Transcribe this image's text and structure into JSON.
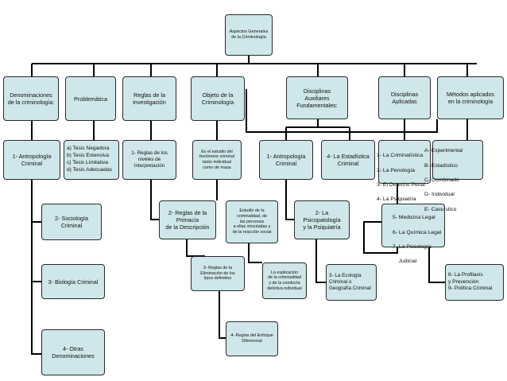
{
  "root": "Aspectos Generales\nde la Criminología",
  "branches": {
    "denominaciones": "Denominaciones\nde la criminología:",
    "problematica": "Problemática",
    "reglas": "Reglas de la\ninvestigación",
    "objeto": "Objeto de la\nCriminología",
    "auxiliares": "Disciplinas\nAuxiliares\nFundamentales:",
    "aplicadas": "Disciplinas\nAplicadas",
    "metodos": "Métodos aplicados\nen la criminología"
  },
  "denominaciones": {
    "n1": "1- Antropología\nCriminal",
    "n2": "2- Sociología\nCriminal",
    "n3": "3- Biología Criminal",
    "n4": "4- Otras\nDenominaciones"
  },
  "problematica": {
    "items": [
      "a) Tesis Negadora",
      "b) Tesis Extensiva",
      "c) Tesis Limitativa",
      "d) Tesis Adecuadas"
    ]
  },
  "reglas": {
    "r1": "1- Reglas de los\nniveles de\nInterpretación",
    "r2": "2- Reglas de la\nPrimacía\nde la Descripción",
    "r3": "3- Reglas de la\nEliminación de los\ntipos definidos",
    "r4": "4- Reglas del Enfoque\nDiferencial"
  },
  "objeto": {
    "o1": "Es el estudio del\nfenómeno criminal\ntanto individual\ncomo de masa",
    "o2": "Estudio de la\ncriminalidad, de\nlas personas\na ellas vinculadas y\nde la reacción social",
    "o3": "La explicación\nde la criminalidad\ny de la conducta\ndelictiva individual"
  },
  "auxiliares": {
    "a1": "1- Antropología\nCriminal",
    "a2": "2- La Psicopatología\ny la Psiquiatría",
    "a3": "3- La Ecología\nCriminal o\nGeografía Criminal",
    "a4": "4- La Estadística\nCriminal"
  },
  "aplicadas": {
    "list1": [
      "1- La Criminalística",
      "2- La Penología",
      "3- El Derecho Penal",
      "4- La Psiquiatría"
    ],
    "list2": [
      "5- Medicina Legal",
      "6- La Química Legal",
      "7- La Psicología",
      "    Judicial"
    ],
    "list3": [
      "8- La Profilaxis",
      "y Prevención",
      "9- Política Criminal"
    ]
  },
  "metodos": {
    "items": [
      "A- Experimental",
      "B- Estadístico",
      "C- Combinado",
      "D- Individual",
      "E- Casuístico"
    ]
  },
  "colors": {
    "box_fill": "#cfe6ea",
    "line": "#000000",
    "border": "#2a2a2a"
  }
}
